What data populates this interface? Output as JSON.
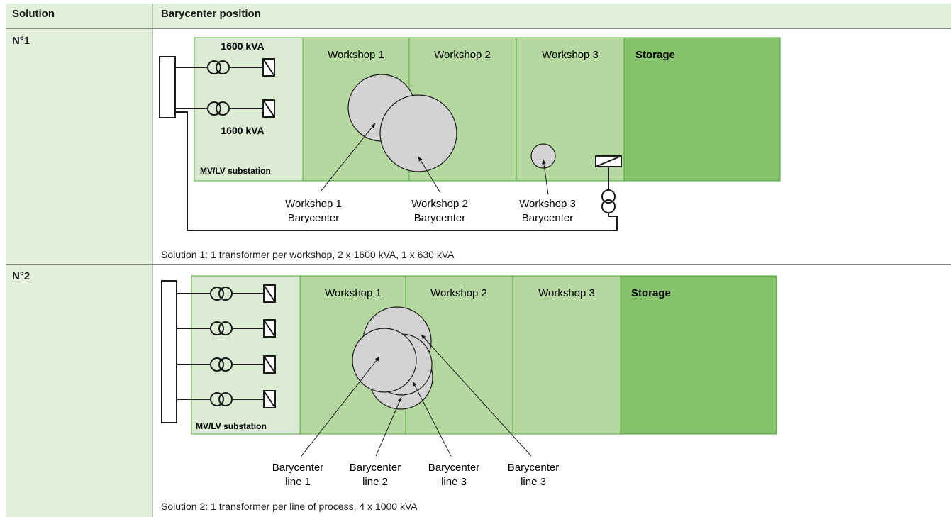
{
  "header": {
    "solution_col": "Solution",
    "position_col": "Barycenter position"
  },
  "solutions": [
    {
      "label": "N°1",
      "caption": "Solution 1: 1 transformer per workshop, 2 x 1600 kVA, 1 x 630 kVA",
      "substation": "MV/LV substation",
      "kva_top": "1600 kVA",
      "kva_bottom": "1600 kVA",
      "zones": [
        "Workshop 1",
        "Workshop 2",
        "Workshop 3",
        "Storage"
      ],
      "callouts": [
        {
          "line1": "Workshop 1",
          "line2": "Barycenter"
        },
        {
          "line1": "Workshop 2",
          "line2": "Barycenter"
        },
        {
          "line1": "Workshop 3",
          "line2": "Barycenter"
        }
      ]
    },
    {
      "label": "N°2",
      "caption": "Solution 2: 1 transformer per line of process, 4 x 1000 kVA",
      "substation": "MV/LV substation",
      "zones": [
        "Workshop 1",
        "Workshop 2",
        "Workshop 3",
        "Storage"
      ],
      "callouts": [
        {
          "line1": "Barycenter",
          "line2": "line 1"
        },
        {
          "line1": "Barycenter",
          "line2": "line 2"
        },
        {
          "line1": "Barycenter",
          "line2": "line 3"
        },
        {
          "line1": "Barycenter",
          "line2": "line 3"
        }
      ]
    }
  ],
  "colors": {
    "header_bg": "#e2efd9",
    "substation": "#dcebd3",
    "workshop_1": "#b4d8a0",
    "workshop_2": "#b4d8a0",
    "workshop_3": "#b4d8a0",
    "storage": "#86c26c",
    "barycenter_fill": "#d3d3d3"
  }
}
